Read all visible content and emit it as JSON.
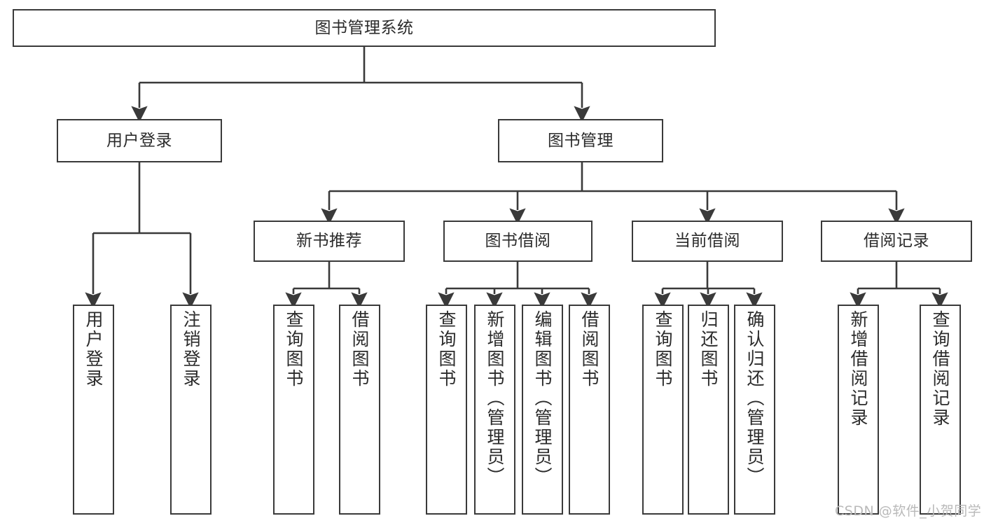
{
  "diagram": {
    "title": "图书管理系统",
    "type": "tree-structure-chart",
    "root": {
      "label": "图书管理系统"
    },
    "level2": [
      {
        "label": "用户登录"
      },
      {
        "label": "图书管理"
      }
    ],
    "level3": [
      {
        "label": "新书推荐"
      },
      {
        "label": "图书借阅"
      },
      {
        "label": "当前借阅"
      },
      {
        "label": "借阅记录"
      }
    ],
    "leaves": {
      "user_login": [
        {
          "label": "用户登录"
        },
        {
          "label": "注销登录"
        }
      ],
      "new_book_recommend": [
        {
          "label": "查询图书"
        },
        {
          "label": "借阅图书"
        }
      ],
      "book_borrow": [
        {
          "label": "查询图书"
        },
        {
          "label": "新增图书（管理员）"
        },
        {
          "label": "编辑图书（管理员）"
        },
        {
          "label": "借阅图书"
        }
      ],
      "current_borrow": [
        {
          "label": "查询图书"
        },
        {
          "label": "归还图书"
        },
        {
          "label": "确认归还（管理员）"
        }
      ],
      "borrow_record": [
        {
          "label": "新增借阅记录"
        },
        {
          "label": "查询借阅记录"
        }
      ]
    }
  },
  "watermark": {
    "text": "CSDN @软件_小贺同学"
  },
  "colors": {
    "stroke": "#3a3a3a",
    "text": "#2b2b2b",
    "background": "#ffffff",
    "watermark": "#b9b9b9"
  }
}
